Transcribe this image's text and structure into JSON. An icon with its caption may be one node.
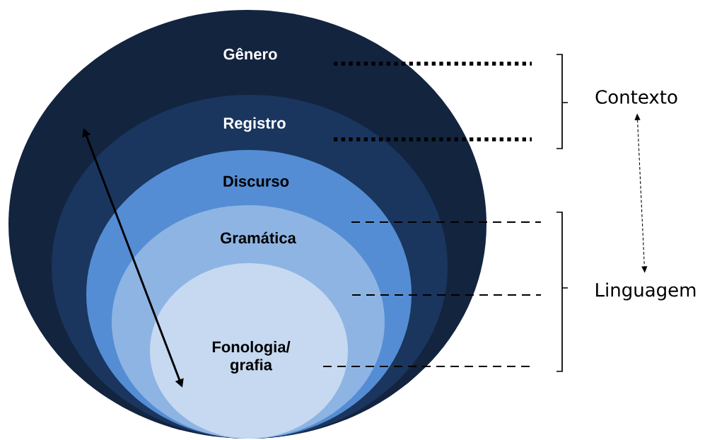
{
  "diagram": {
    "nodes": [
      {
        "text": [
          "Gênero"
        ]
      },
      {
        "text": [
          "Registro"
        ],
        "in": 0
      },
      {
        "text": [
          "Discurso"
        ],
        "in": 1
      },
      {
        "text": [
          "Gramática"
        ],
        "in": 2
      },
      {
        "text": [
          "Fonologia/ grafia"
        ],
        "in": 3
      },
      {
        "text": [
          "Contexto"
        ]
      },
      {
        "text": [
          "Linguagem"
        ]
      }
    ],
    "edges": [
      {
        "from": 5,
        "to": 6,
        "arrow": "both",
        "style": "dashed"
      }
    ]
  }
}
